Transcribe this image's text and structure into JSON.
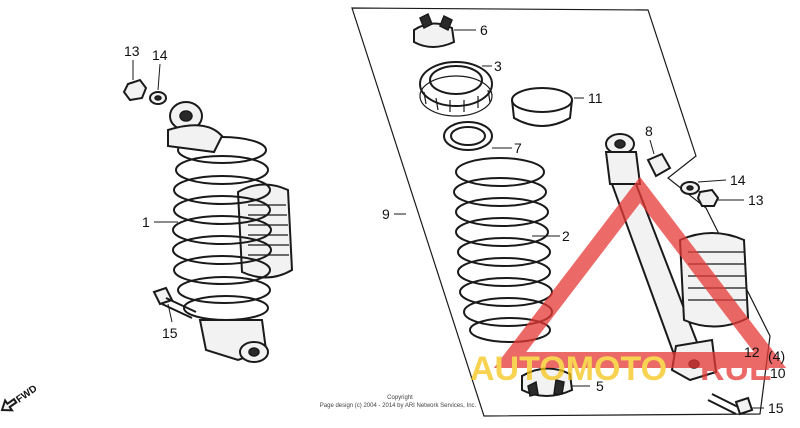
{
  "callouts": {
    "c1": "1",
    "c2": "2",
    "c3": "3",
    "c4": "(4)",
    "c5": "5",
    "c6": "6",
    "c7": "7",
    "c8": "8",
    "c9": "9",
    "c10": "10",
    "c11": "11",
    "c12": "12",
    "c13_left": "13",
    "c13_right": "13",
    "c14_left": "14",
    "c14_right": "14",
    "c15_left": "15",
    "c15_right": "15"
  },
  "fwd_label": "FWD",
  "copyright": {
    "line1": "Copyright",
    "line2": "Page design (c) 2004 - 2014 by ARI Network Services, Inc."
  },
  "watermark": {
    "text_part1": "AUTOMOTO",
    "text_part2": "RUE",
    "color_yellow": "#f5c518",
    "color_red": "#e53935"
  }
}
